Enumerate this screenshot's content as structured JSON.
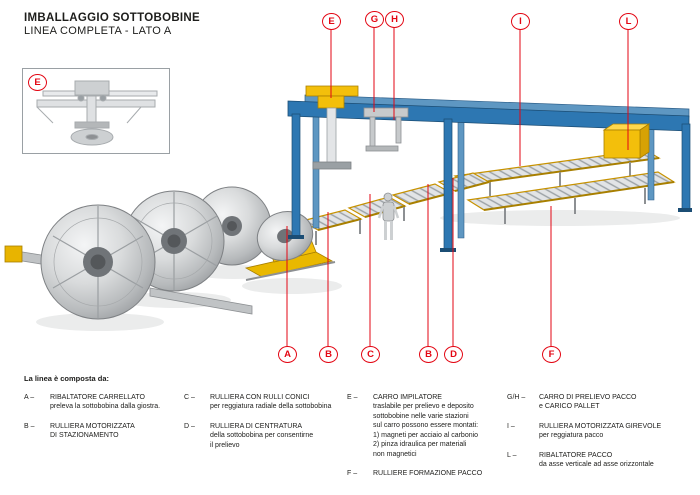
{
  "header": {
    "title1": "IMBALLAGGIO SOTTOBOBINE",
    "title2": "LINEA COMPLETA - LATO A"
  },
  "inset": {
    "label": "E"
  },
  "callouts": {
    "top": [
      "E",
      "G",
      "H",
      "I",
      "L"
    ],
    "bottom": [
      "A",
      "B",
      "C",
      "B",
      "D",
      "F"
    ]
  },
  "legend": {
    "intro": "La linea è composta da:",
    "columns": [
      {
        "items": [
          {
            "key": "A –",
            "title": "RIBALTATORE CARRELLATO",
            "desc": "preleva la sottobobina dalla giostra."
          },
          {
            "key": "B –",
            "title": "RULLIERA MOTORIZZATA\nDI STAZIONAMENTO",
            "desc": ""
          }
        ]
      },
      {
        "items": [
          {
            "key": "C –",
            "title": "RULLIERA CON RULLI CONICI",
            "desc": "per reggiatura radiale della sottobobina"
          },
          {
            "key": "D –",
            "title": "RULLIERA DI CENTRATURA",
            "desc": "della sottobobina per consentirne\nil prelievo"
          }
        ]
      },
      {
        "items": [
          {
            "key": "E –",
            "title": "CARRO IMPILATORE",
            "desc": "traslabile per prelievo e deposito\nsottobobine nelle varie stazioni\nsul carro possono essere montati:\n1) magneti per acciaio al carbonio\n2) pinza idraulica per materiali\nnon magnetici"
          },
          {
            "key": "F –",
            "title": "RULLIERE FORMAZIONE PACCO",
            "desc": ""
          }
        ]
      },
      {
        "items": [
          {
            "key": "G/H –",
            "title": "CARRO DI PRELIEVO PACCO\ne CARICO PALLET",
            "desc": ""
          },
          {
            "key": "I –",
            "title": "RULLIERA MOTORIZZATA GIREVOLE",
            "desc": "per reggiatura pacco"
          },
          {
            "key": "L –",
            "title": "RIBALTATORE PACCO",
            "desc": "da asse verticale ad asse orizzontale"
          }
        ]
      }
    ]
  },
  "colors": {
    "callout_red": "#e30613",
    "structure_blue": "#2d77b2",
    "machine_yellow": "#f3bf0b",
    "steel_grey": "#c7c9cb"
  }
}
